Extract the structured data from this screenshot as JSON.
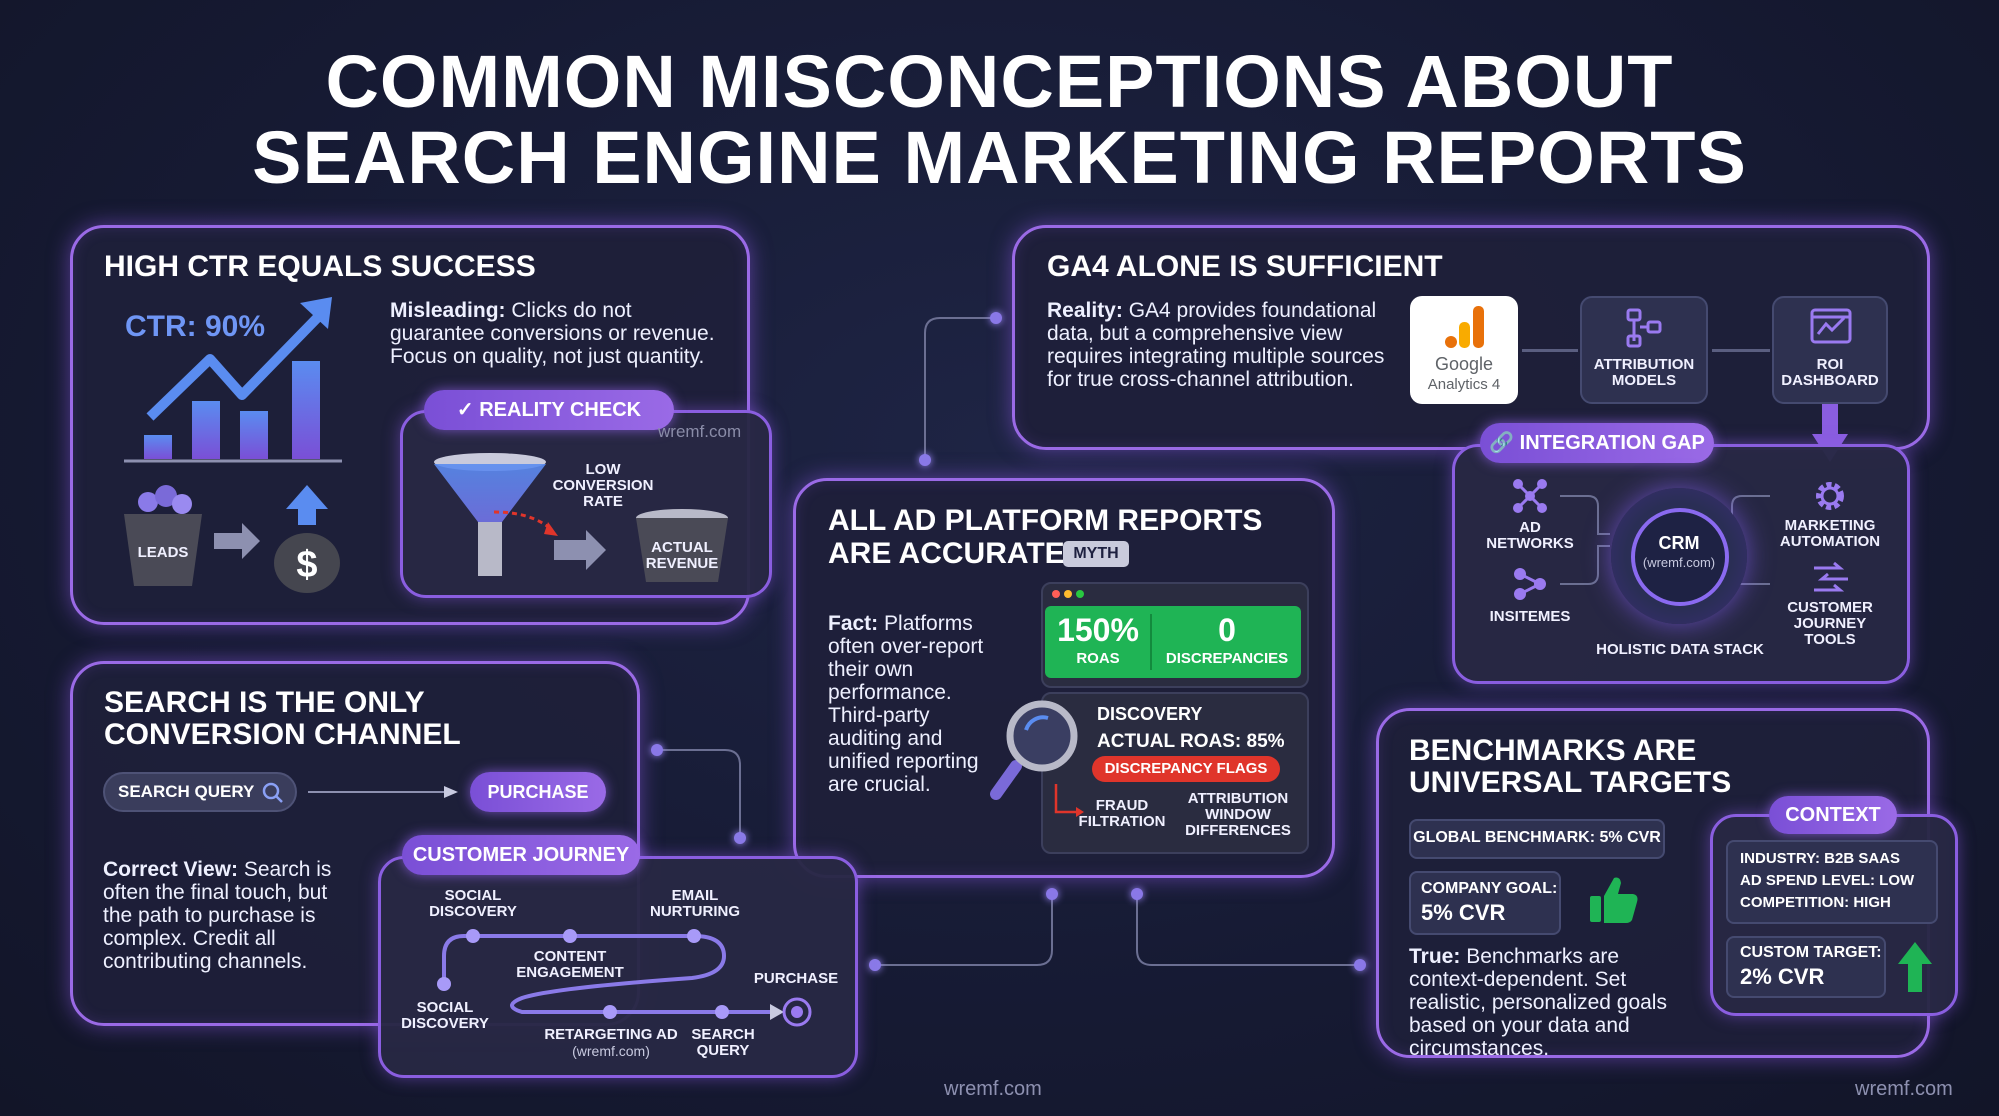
{
  "title": {
    "line1": "COMMON MISCONCEPTIONS ABOUT",
    "line2": "SEARCH ENGINE MARKETING REPORTS"
  },
  "ctr": {
    "heading": "HIGH CTR EQUALS SUCCESS",
    "ctr_label": "CTR: 90%",
    "lead_word": "Misleading:",
    "text": "Clicks do not guarantee conversions or revenue. Focus on quality, not just quantity.",
    "leads": "LEADS",
    "reality_check": "REALITY CHECK",
    "watermark": "wremf.com",
    "low_conv": "LOW CONVERSION RATE",
    "actual_revenue": "ACTUAL REVENUE"
  },
  "ga4": {
    "heading": "GA4 ALONE IS SUFFICIENT",
    "lead_word": "Reality:",
    "text": "GA4 provides foundational data, but a comprehensive view requires integrating multiple sources for true cross-channel attribution.",
    "google": "Google",
    "analytics": "Analytics 4",
    "attribution": "ATTRIBUTION MODELS",
    "roi": "ROI DASHBOARD",
    "integration_gap": "INTEGRATION GAP",
    "ad_networks": "AD NETWORKS",
    "crm": "CRM",
    "crm_sub": "(wremf.com)",
    "marketing_automation": "MARKETING AUTOMATION",
    "insitemes": "INSITEMES",
    "cjt": "CUSTOMER JOURNEY TOOLS",
    "holistic": "HOLISTIC DATA STACK"
  },
  "adplatform": {
    "heading1": "ALL AD PLATFORM REPORTS",
    "heading2": "ARE ACCURATE",
    "myth": "MYTH",
    "lead_word": "Fact:",
    "text": "Platforms often over-report their own performance. Third-party auditing and unified reporting are crucial.",
    "roas_value": "150%",
    "roas_label": "ROAS",
    "disc_value": "0",
    "disc_label": "DISCREPANCIES",
    "discovery": "DISCOVERY",
    "actual_roas": "ACTUAL ROAS: 85%",
    "flags": "DISCREPANCY FLAGS",
    "fraud": "FRAUD FILTRATION",
    "attribution_window": "ATTRIBUTION WINDOW DIFFERENCES"
  },
  "search": {
    "heading1": "SEARCH IS THE ONLY",
    "heading2": "CONVERSION CHANNEL",
    "search_query": "SEARCH QUERY",
    "purchase": "PURCHASE",
    "lead_word": "Correct View:",
    "text": "Search is often the final touch, but the path to purchase is complex. Credit all contributing channels.",
    "journey": "CUSTOMER JOURNEY",
    "social1": "SOCIAL DISCOVERY",
    "email": "EMAIL NURTURING",
    "content": "CONTENT ENGAGEMENT",
    "purchase2": "PURCHASE",
    "social2": "SOCIAL DISCOVERY",
    "retargeting": "RETARGETING AD",
    "retargeting_sub": "(wremf.com)",
    "search2": "SEARCH QUERY"
  },
  "bench": {
    "heading1": "BENCHMARKS ARE",
    "heading2": "UNIVERSAL TARGETS",
    "global": "GLOBAL BENCHMARK: 5% CVR",
    "company_label": "COMPANY GOAL:",
    "company_value": "5% CVR",
    "lead_word": "True:",
    "text": "Benchmarks are context-dependent. Set realistic, personalized goals based on your data and circumstances.",
    "context": "CONTEXT",
    "industry": "INDUSTRY: B2B SAAS",
    "adspend": "AD SPEND LEVEL: LOW",
    "competition": "COMPETITION: HIGH",
    "custom_label": "CUSTOM TARGET:",
    "custom_value": "2% CVR"
  },
  "footer": {
    "wm_center": "wremf.com",
    "wm_right": "wremf.com"
  },
  "colors": {
    "accent": "#9a6ae6",
    "green": "#1fb455",
    "red": "#e0352b",
    "blue": "#5a8cf0"
  }
}
